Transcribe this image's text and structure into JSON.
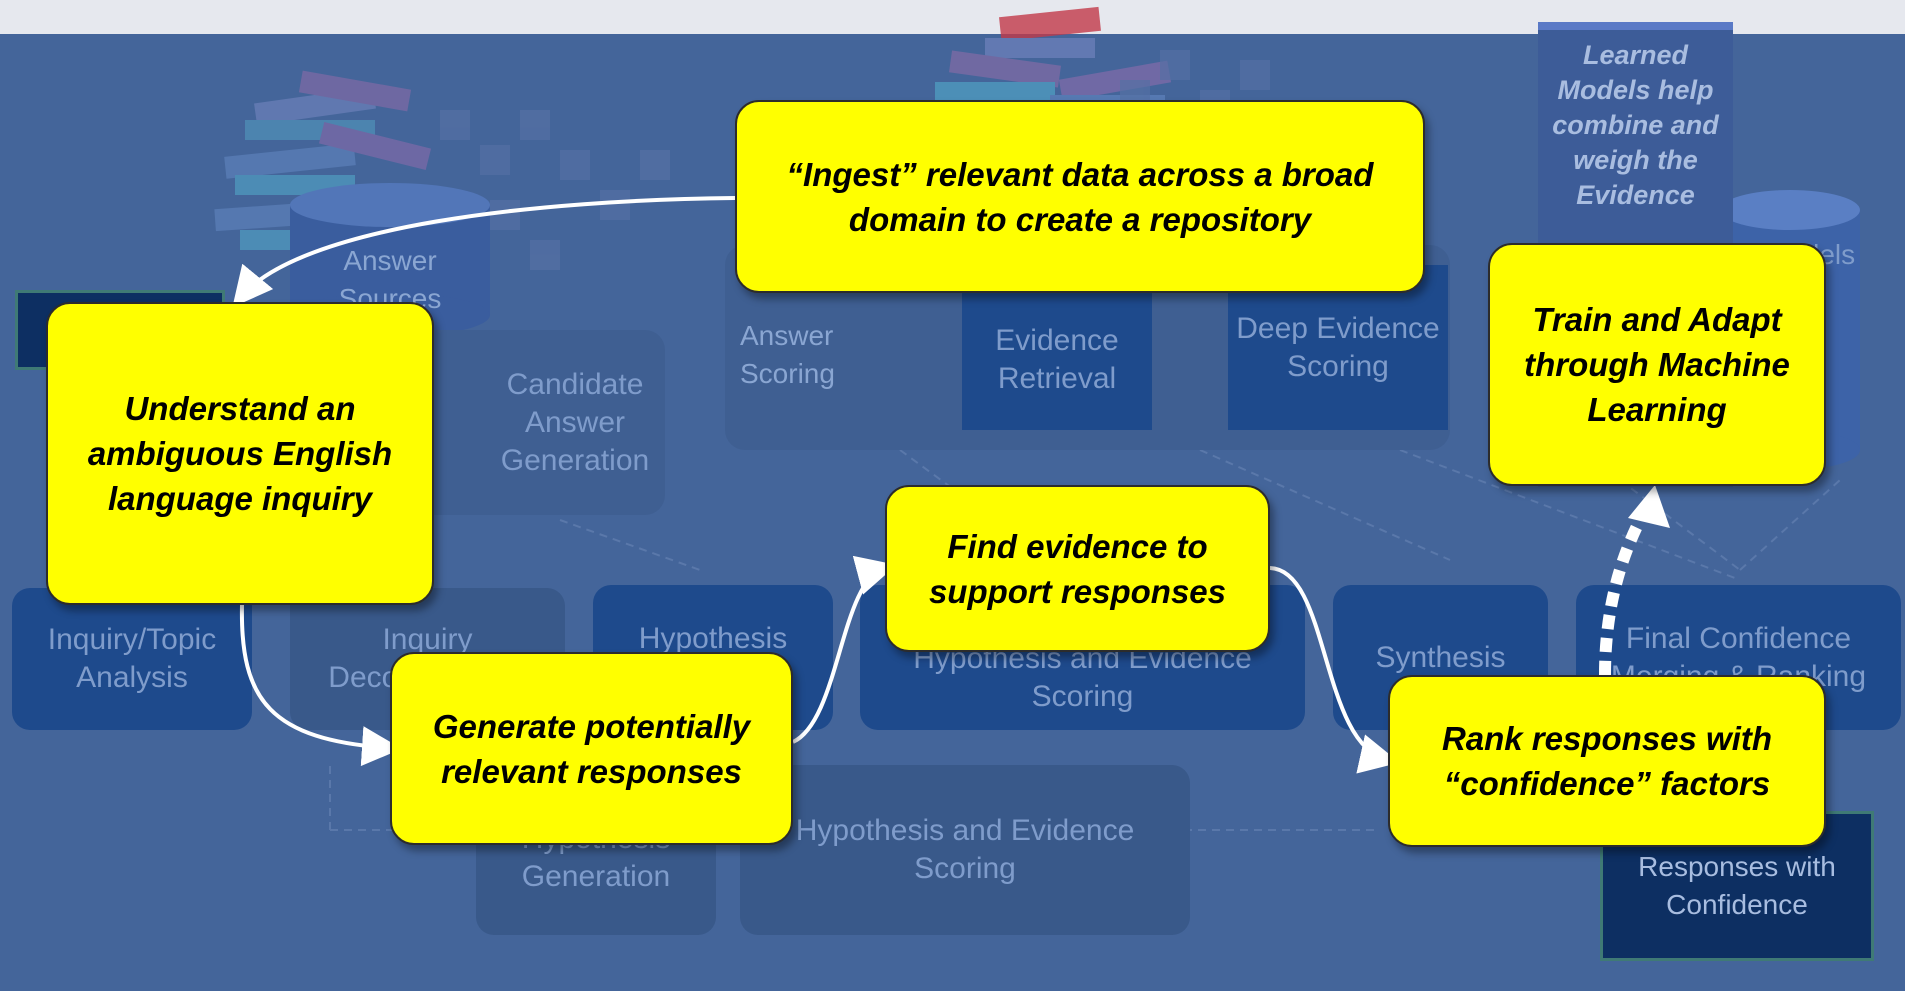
{
  "diagram": {
    "callouts": {
      "ingest": "“Ingest” relevant data across a broad domain to create a repository",
      "understand": "Understand an ambiguous English language inquiry",
      "generate": "Generate potentially relevant responses",
      "evidence": "Find evidence to support responses",
      "rank": "Rank responses with “confidence” factors",
      "train": "Train and Adapt through Machine Learning"
    },
    "background": {
      "answer_sources": "Answer Sources",
      "candidate_answer_generation": "Candidate Answer Generation",
      "answer_scoring": "Answer Scoring",
      "evidence_retrieval": "Evidence Retrieval",
      "deep_evidence_scoring": "Deep Evidence Scoring",
      "inquiry_topic_analysis": "Inquiry/Topic Analysis",
      "inquiry_decomposition": "Inquiry Decomposition",
      "hypothesis_generation_top": "Hypothesis Generation",
      "hypothesis_evidence_scoring_top": "Hypothesis and Evidence Scoring",
      "synthesis": "Synthesis",
      "final_confidence_merging": "Final Confidence Merging & Ranking",
      "hypothesis_generation_bottom": "Hypothesis Generation",
      "hypothesis_evidence_scoring_bottom": "Hypothesis and Evidence Scoring",
      "responses_with_confidence": "Responses with Confidence",
      "learned_models": "Learned Models help combine and weigh the Evidence",
      "models": "Models"
    }
  }
}
